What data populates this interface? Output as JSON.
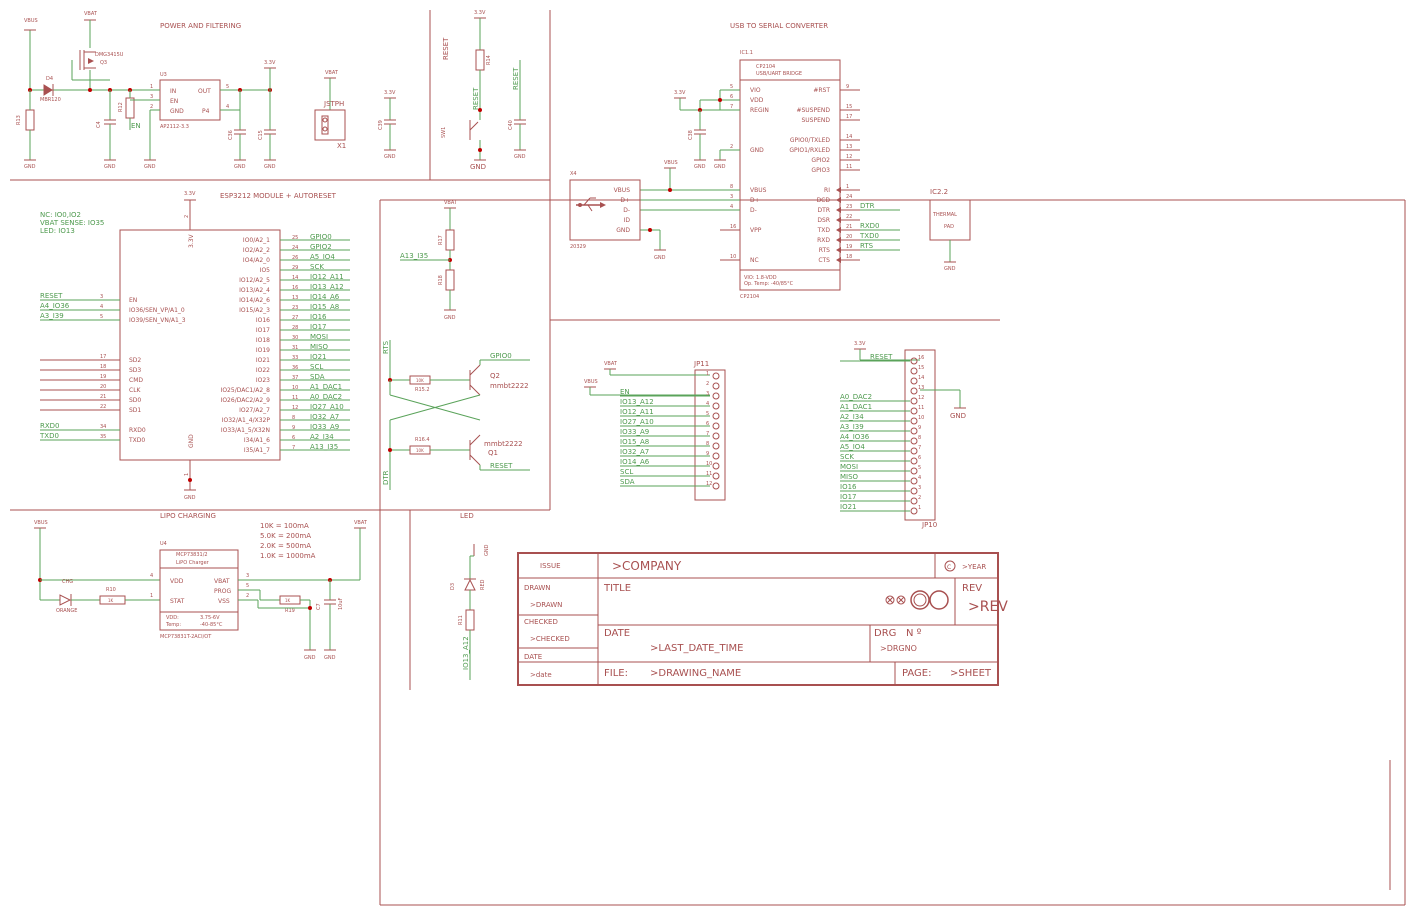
{
  "sections": {
    "power": "POWER AND FILTERING",
    "usb": "USB TO SERIAL CONVERTER",
    "esp": "ESP3212 MODULE + AUTORESET",
    "lipo": "LIPO CHARGING",
    "led": "LED",
    "reset": "RESET"
  },
  "notes": {
    "nc": "NC: IO0,IO2",
    "vbat": "VBAT SENSE: IO35",
    "led": "LED: IO13"
  },
  "charge_table": [
    "10K = 100mA",
    "5.0K = 200mA",
    "2.0K = 500mA",
    "1.0K = 1000mA"
  ],
  "power": {
    "vbus": "VBUS",
    "vbat": "VBAT",
    "v33": "3.3V",
    "gnd": "GND",
    "d4": "D4",
    "d4_val": "MBR120",
    "q3": "DMG3415U",
    "q3_ref": "Q3",
    "u3": "U3",
    "u3_val": "AP2112-3.3",
    "u3_in": "IN",
    "u3_en": "EN",
    "u3_gnd": "GND",
    "u3_out": "OUT",
    "u3_p4": "P4",
    "u3_p1": "1",
    "u3_p3": "3",
    "u3_p2": "2",
    "u3_p5": "5",
    "u3_p4n": "4",
    "r13": "R13",
    "r12": "R12",
    "c4": "C4",
    "c36": "C36",
    "c15": "C15",
    "c39": "C39",
    "en_lbl": "EN",
    "jst": "JSTPH",
    "x1": "X1"
  },
  "resetsw": {
    "v33": "3.3V",
    "r14": "R14",
    "reset": "RESET",
    "sw": "SW1",
    "gnd": "GND",
    "reset_net": "RESET",
    "c40": "C40"
  },
  "ic1": {
    "ref": "IC1.1",
    "name": "CP2104",
    "desc": "USB/UART BRIDGE",
    "val": "CP2104",
    "temp1": "VIO: 1.8-VDD",
    "temp2": "Op. Temp: -40/85°C",
    "left_pins": [
      {
        "n": "5",
        "label": "VIO"
      },
      {
        "n": "6",
        "label": "VDD"
      },
      {
        "n": "7",
        "label": "REGIN"
      },
      {
        "n": "2",
        "label": "GND"
      },
      {
        "n": "8",
        "label": "VBUS"
      },
      {
        "n": "3",
        "label": "D+"
      },
      {
        "n": "4",
        "label": "D-"
      },
      {
        "n": "16",
        "label": "VPP"
      },
      {
        "n": "10",
        "label": "NC"
      }
    ],
    "right_pins": [
      {
        "n": "9",
        "label": "#RST"
      },
      {
        "n": "15",
        "label": "#SUSPEND"
      },
      {
        "n": "17",
        "label": "SUSPEND"
      },
      {
        "n": "14",
        "label": "GPIO0/TXLED"
      },
      {
        "n": "13",
        "label": "GPIO1/RXLED"
      },
      {
        "n": "12",
        "label": "GPIO2"
      },
      {
        "n": "11",
        "label": "GPIO3"
      },
      {
        "n": "1",
        "label": "RI"
      },
      {
        "n": "24",
        "label": "DCD"
      },
      {
        "n": "23",
        "label": "DTR"
      },
      {
        "n": "22",
        "label": "DSR"
      },
      {
        "n": "21",
        "label": "TXD"
      },
      {
        "n": "20",
        "label": "RXD"
      },
      {
        "n": "19",
        "label": "RTS"
      },
      {
        "n": "18",
        "label": "CTS"
      }
    ],
    "nets": [
      "DTR",
      "RXD0",
      "TXD0",
      "RTS"
    ],
    "v33": "3.3V",
    "c38": "C38",
    "vbus": "VBUS",
    "gnd": "GND",
    "ic22": "IC2.2",
    "thermal": "THERMAL",
    "pad": "PAD"
  },
  "usbconn": {
    "ref": "X4",
    "val": "20329",
    "pins": [
      "VBUS",
      "D+",
      "D-",
      "ID",
      "GND"
    ]
  },
  "esp": {
    "v33": "3.3V",
    "pin2": "2",
    "pin1": "1",
    "gnd": "GND",
    "left_pins": [
      {
        "n": "3",
        "label": "EN",
        "net": "RESET"
      },
      {
        "n": "4",
        "label": "IO36/SEN_VP/A1_0",
        "net": "A4_IO36"
      },
      {
        "n": "5",
        "label": "IO39/SEN_VN/A1_3",
        "net": "A3_I39"
      },
      {
        "n": "17",
        "label": "SD2",
        "net": ""
      },
      {
        "n": "18",
        "label": "SD3",
        "net": ""
      },
      {
        "n": "19",
        "label": "CMD",
        "net": ""
      },
      {
        "n": "20",
        "label": "CLK",
        "net": ""
      },
      {
        "n": "21",
        "label": "SD0",
        "net": ""
      },
      {
        "n": "22",
        "label": "SD1",
        "net": ""
      },
      {
        "n": "34",
        "label": "RXD0",
        "net": "RXD0"
      },
      {
        "n": "35",
        "label": "TXD0",
        "net": "TXD0"
      }
    ],
    "right_pins": [
      {
        "n": "25",
        "label": "IO0/A2_1",
        "net": "GPIO0"
      },
      {
        "n": "24",
        "label": "IO2/A2_2",
        "net": "GPIO2"
      },
      {
        "n": "26",
        "label": "IO4/A2_0",
        "net": "A5_IO4"
      },
      {
        "n": "29",
        "label": "IO5",
        "net": "SCK"
      },
      {
        "n": "14",
        "label": "IO12/A2_5",
        "net": "IO12_A11"
      },
      {
        "n": "16",
        "label": "IO13/A2_4",
        "net": "IO13_A12"
      },
      {
        "n": "13",
        "label": "IO14/A2_6",
        "net": "IO14_A6"
      },
      {
        "n": "23",
        "label": "IO15/A2_3",
        "net": "IO15_A8"
      },
      {
        "n": "27",
        "label": "IO16",
        "net": "IO16"
      },
      {
        "n": "28",
        "label": "IO17",
        "net": "IO17"
      },
      {
        "n": "30",
        "label": "IO18",
        "net": "MOSI"
      },
      {
        "n": "31",
        "label": "IO19",
        "net": "MISO"
      },
      {
        "n": "33",
        "label": "IO21",
        "net": "IO21"
      },
      {
        "n": "36",
        "label": "IO22",
        "net": "SCL"
      },
      {
        "n": "37",
        "label": "IO23",
        "net": "SDA"
      },
      {
        "n": "10",
        "label": "IO25/DAC1/A2_8",
        "net": "A1_DAC1"
      },
      {
        "n": "11",
        "label": "IO26/DAC2/A2_9",
        "net": "A0_DAC2"
      },
      {
        "n": "12",
        "label": "IO27/A2_7",
        "net": "IO27_A10"
      },
      {
        "n": "8",
        "label": "IO32/A1_4/X32P",
        "net": "IO32_A7"
      },
      {
        "n": "9",
        "label": "IO33/A1_5/X32N",
        "net": "IO33_A9"
      },
      {
        "n": "6",
        "label": "I34/A1_6",
        "net": "A2_I34"
      },
      {
        "n": "7",
        "label": "I35/A1_7",
        "net": "A13_I35"
      }
    ]
  },
  "autoreset": {
    "vbat": "VBAT",
    "r17": "R17",
    "r18": "R18",
    "a13": "A13_I35",
    "gnd": "GND",
    "rts": "RTS",
    "dtr": "DTR",
    "r15": "R15.2",
    "r16": "R16.4",
    "r_val": "10K",
    "q2": "Q2",
    "q2_val": "mmbt2222",
    "q1": "Q1",
    "q1_val": "mmbt2222",
    "gpio0": "GPIO0",
    "reset": "RESET"
  },
  "jp11": {
    "ref": "JP11",
    "vbat": "VBAT",
    "vbus": "VBUS",
    "en": "EN",
    "nets": [
      "",
      "",
      "EN",
      "IO13_A12",
      "IO12_A11",
      "IO27_A10",
      "IO33_A9",
      "IO15_A8",
      "IO32_A7",
      "IO14_A6",
      "SCL",
      "SDA"
    ],
    "nums": [
      "1",
      "2",
      "3",
      "4",
      "5",
      "6",
      "7",
      "8",
      "9",
      "10",
      "11",
      "12"
    ]
  },
  "jp10": {
    "ref": "JP10",
    "v33": "3.3V",
    "reset": "RESET",
    "gnd": "GND",
    "nets": [
      "RESET",
      "",
      "",
      "",
      "A0_DAC2",
      "A1_DAC1",
      "A2_I34",
      "A3_I39",
      "A4_IO36",
      "A5_IO4",
      "SCK",
      "MOSI",
      "MISO",
      "IO16",
      "IO17",
      "IO21"
    ],
    "nums": [
      "16",
      "15",
      "14",
      "13",
      "12",
      "11",
      "10",
      "9",
      "8",
      "7",
      "6",
      "5",
      "4",
      "3",
      "2",
      "1"
    ]
  },
  "lipo": {
    "vbus": "VBUS",
    "vbat": "VBAT",
    "gnd": "GND",
    "u4": "U4",
    "u4_name": "MCP73831/2",
    "u4_desc": "LiPO Charger",
    "u4_val": "MCP73831T-2ACI/OT",
    "vdd": "VDD",
    "stat": "STAT",
    "vbatp": "VBAT",
    "prog": "PROG",
    "vss": "VSS",
    "p4": "4",
    "p1": "1",
    "p3": "3",
    "p5": "5",
    "p2": "2",
    "vdd_range": "VDD:",
    "vdd_val": "3.75-6V",
    "temp": "Temp:",
    "temp_val": "-40-85°C",
    "chg": "CHG",
    "orange": "ORANGE",
    "r10": "R10",
    "r1k": "1K",
    "r_prog": "R19",
    "c_val": "10uF",
    "c_ref": "C7"
  },
  "led": {
    "gnd": "GND",
    "d_ref": "D3",
    "red": "RED",
    "r_ref": "R11",
    "net": "IO13_A12"
  },
  "title_block": {
    "issue": "ISSUE",
    "company": ">COMPANY",
    "year": ">YEAR",
    "copyright": "C",
    "drawn": "DRAWN",
    "drawn_v": ">DRAWN",
    "title": "TITLE",
    "rev": "REV",
    "rev_v": ">REV",
    "checked": "CHECKED",
    "checked_v": ">CHECKED",
    "date": "DATE",
    "date_v": ">LAST_DATE_TIME",
    "drg": "DRG",
    "no": "N º",
    "drgno": ">DRGNO",
    "date_l": "DATE",
    "date_lv": ">date",
    "file": "FILE:",
    "file_v": ">DRAWING_NAME",
    "page": "PAGE:",
    "sheet": ">SHEET"
  }
}
